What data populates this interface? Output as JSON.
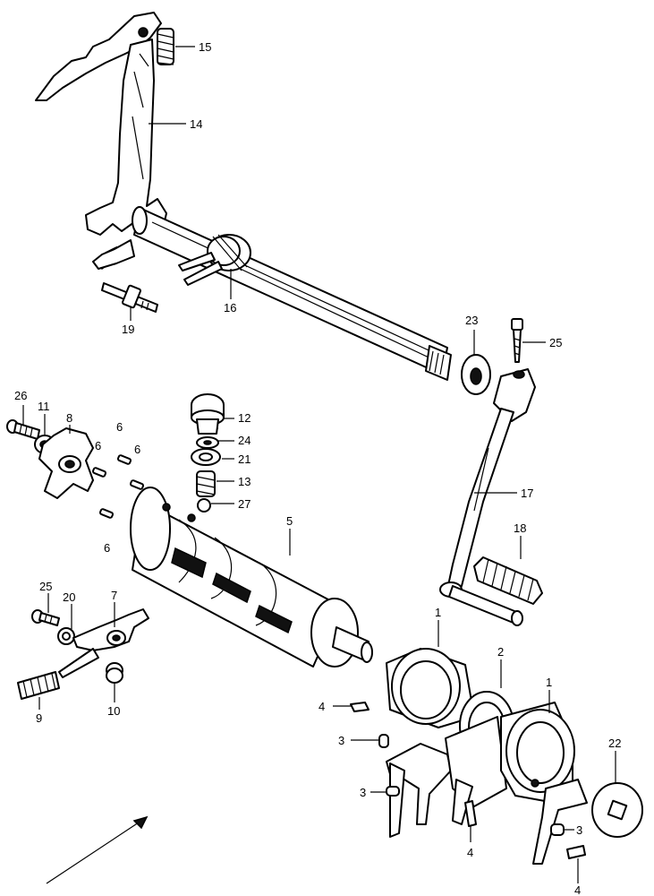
{
  "callouts": [
    {
      "id": "c15",
      "text": "15"
    },
    {
      "id": "c14",
      "text": "14"
    },
    {
      "id": "c16",
      "text": "16"
    },
    {
      "id": "c19",
      "text": "19"
    },
    {
      "id": "c23",
      "text": "23"
    },
    {
      "id": "c25a",
      "text": "25"
    },
    {
      "id": "c26",
      "text": "26"
    },
    {
      "id": "c11",
      "text": "11"
    },
    {
      "id": "c8",
      "text": "8"
    },
    {
      "id": "c6a",
      "text": "6"
    },
    {
      "id": "c6b",
      "text": "6"
    },
    {
      "id": "c6c",
      "text": "6"
    },
    {
      "id": "c6d",
      "text": "6"
    },
    {
      "id": "c12",
      "text": "12"
    },
    {
      "id": "c24",
      "text": "24"
    },
    {
      "id": "c21",
      "text": "21"
    },
    {
      "id": "c13",
      "text": "13"
    },
    {
      "id": "c27",
      "text": "27"
    },
    {
      "id": "c5",
      "text": "5"
    },
    {
      "id": "c17",
      "text": "17"
    },
    {
      "id": "c18",
      "text": "18"
    },
    {
      "id": "c25b",
      "text": "25"
    },
    {
      "id": "c20",
      "text": "20"
    },
    {
      "id": "c7",
      "text": "7"
    },
    {
      "id": "c9",
      "text": "9"
    },
    {
      "id": "c10",
      "text": "10"
    },
    {
      "id": "c1a",
      "text": "1"
    },
    {
      "id": "c2",
      "text": "2"
    },
    {
      "id": "c1b",
      "text": "1"
    },
    {
      "id": "c4a",
      "text": "4"
    },
    {
      "id": "c3a",
      "text": "3"
    },
    {
      "id": "c3b",
      "text": "3"
    },
    {
      "id": "c22",
      "text": "22"
    },
    {
      "id": "c4b",
      "text": "4"
    },
    {
      "id": "c3c",
      "text": "3"
    },
    {
      "id": "c4c",
      "text": "4"
    }
  ]
}
